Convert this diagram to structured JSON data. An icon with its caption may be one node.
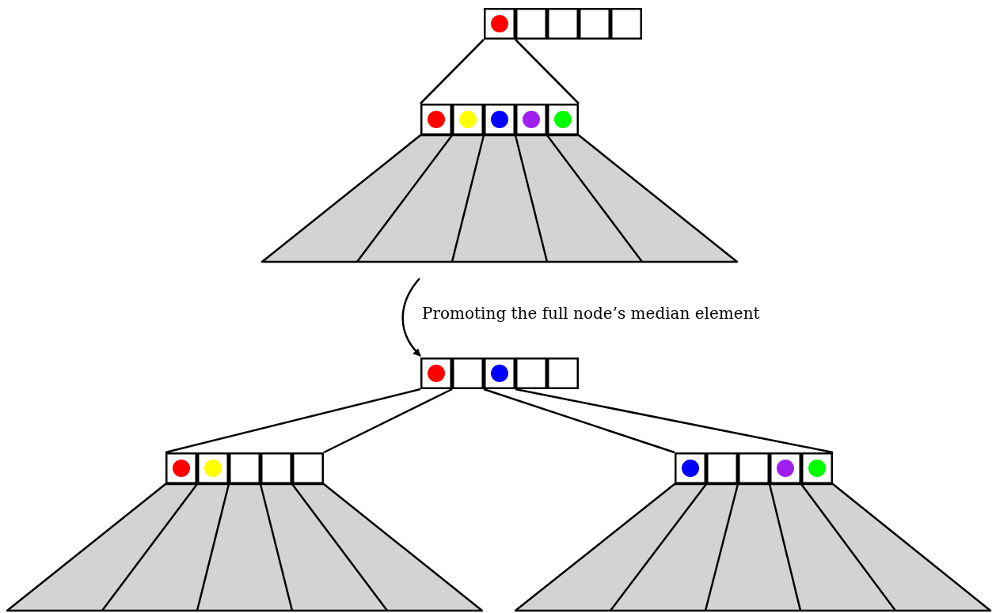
{
  "diagram": {
    "nodes": [
      {
        "text": [],
        "shape": "box"
      },
      {
        "text": [],
        "shape": "box"
      },
      {
        "text": [],
        "shape": "box"
      },
      {
        "text": [],
        "shape": "box"
      },
      {
        "text": [],
        "shape": "box"
      }
    ],
    "edges": [
      {
        "from": 0,
        "to": 1,
        "arrow": "none"
      },
      {
        "from": 0,
        "to": 1,
        "arrow": "none"
      },
      {
        "from": null,
        "to": 2,
        "arrow": "to",
        "label": "Promoting the full node’s median element"
      },
      {
        "from": 2,
        "to": 3,
        "arrow": "none"
      },
      {
        "from": 2,
        "to": 3,
        "arrow": "none"
      },
      {
        "from": 2,
        "to": 4,
        "arrow": "none"
      },
      {
        "from": 2,
        "to": 4,
        "arrow": "none"
      }
    ]
  }
}
